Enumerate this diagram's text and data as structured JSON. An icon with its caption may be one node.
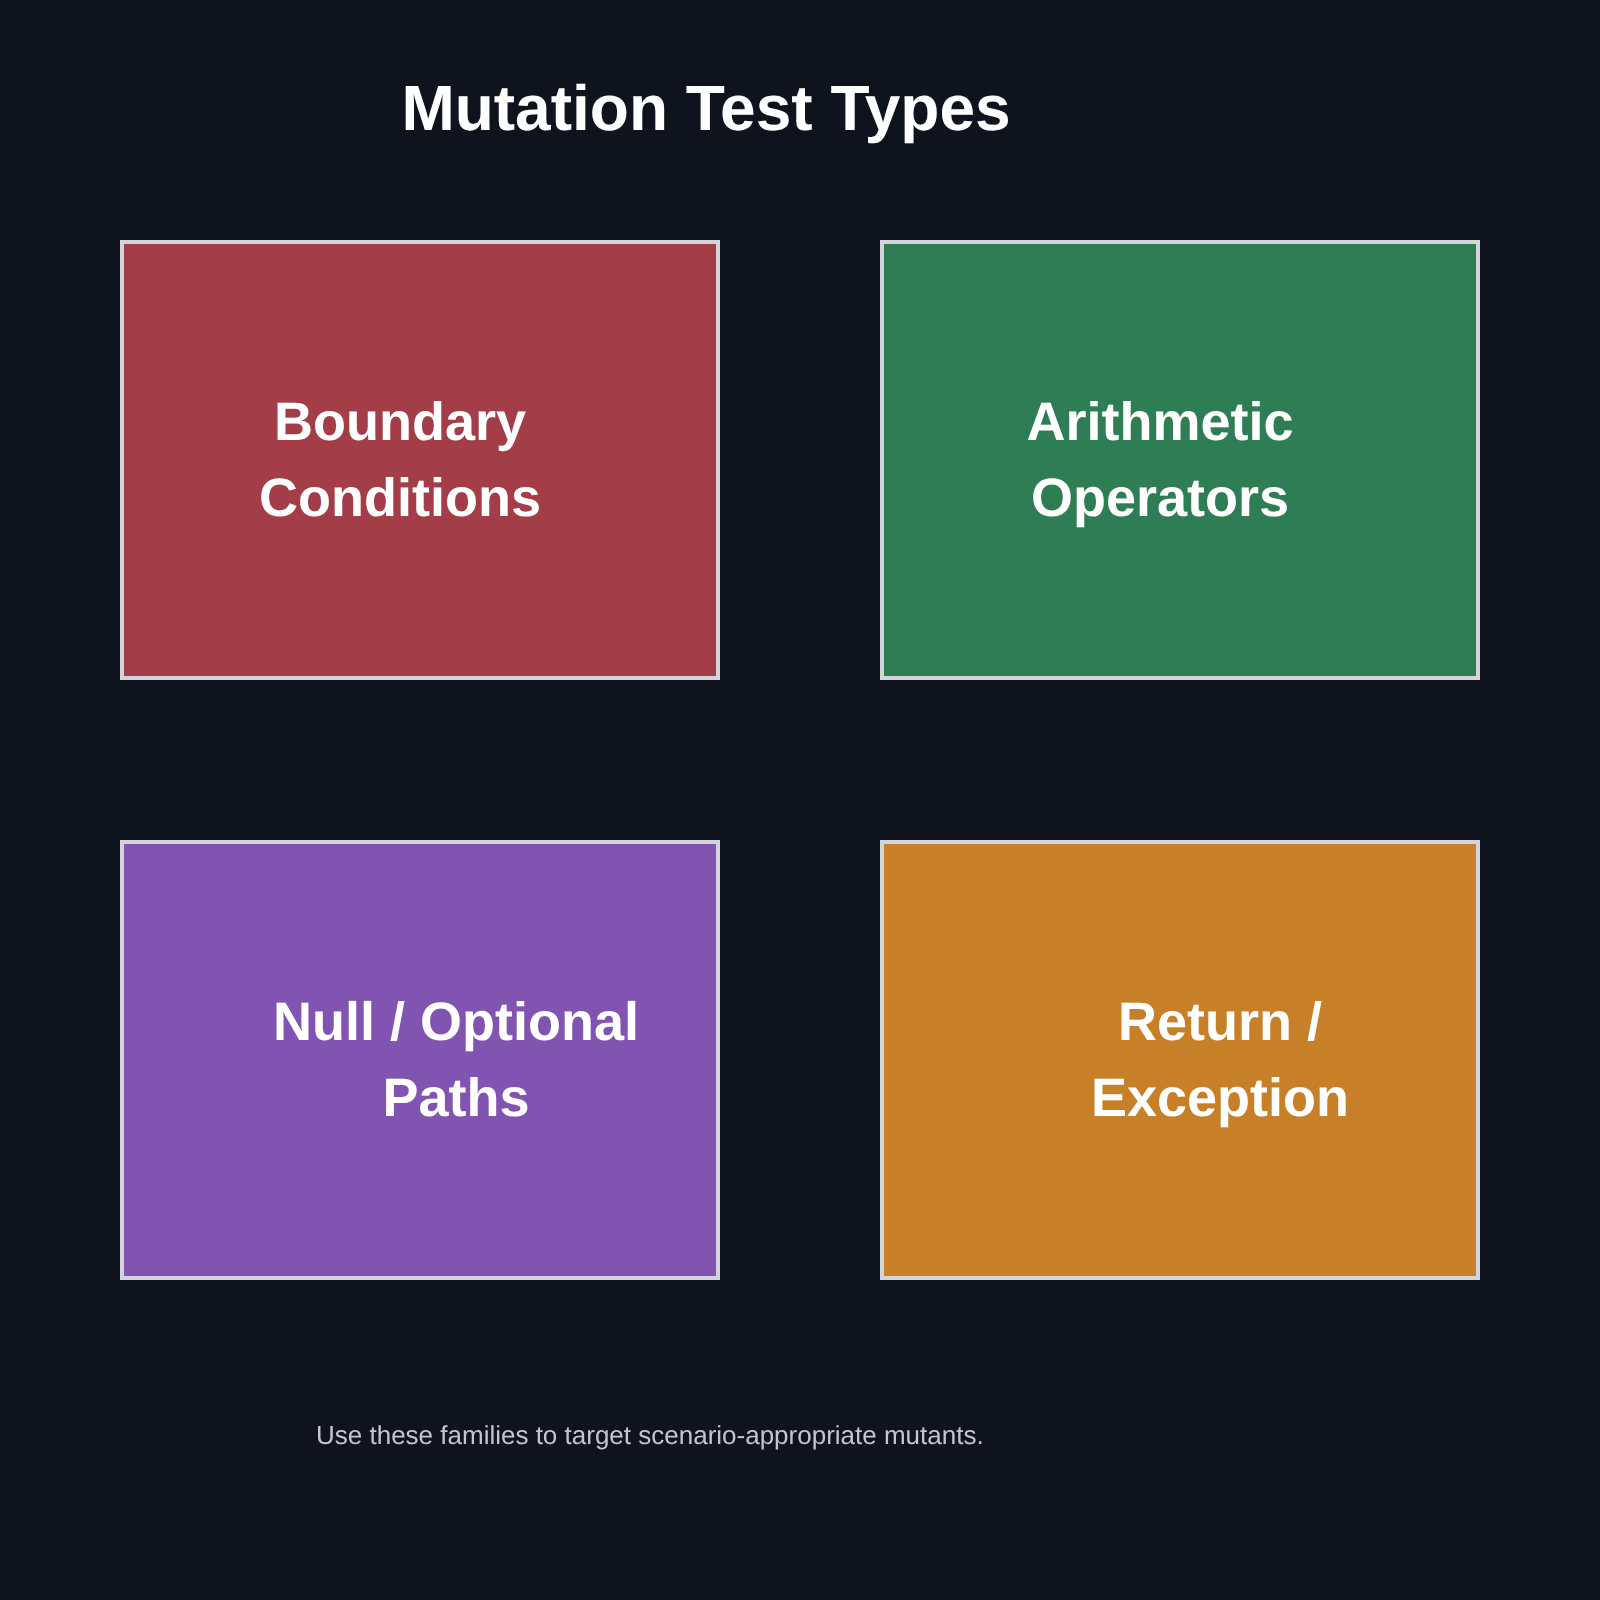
{
  "diagram": {
    "title": "Mutation Test Types",
    "nodes": [
      {
        "text": [
          "Boundary Conditions"
        ]
      },
      {
        "text": [
          "Arithmetic Operators"
        ]
      },
      {
        "text": [
          "Null / Optional Paths"
        ]
      },
      {
        "text": [
          "Return / Exception"
        ]
      }
    ],
    "caption": "Use these families to target scenario-appropriate mutants."
  }
}
